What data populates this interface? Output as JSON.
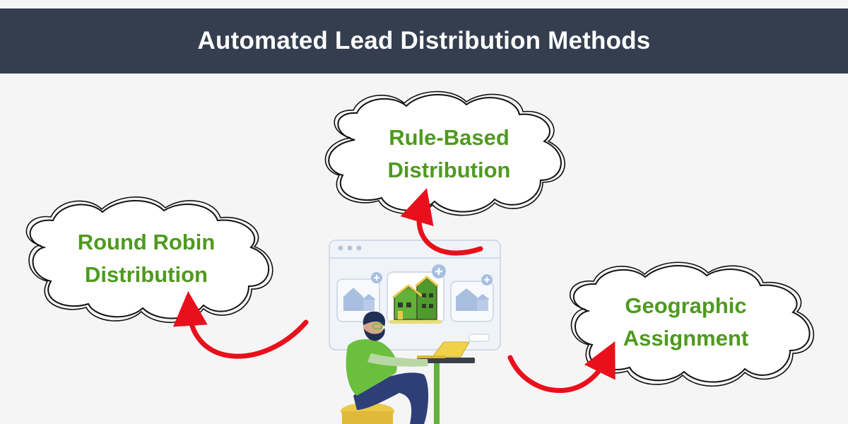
{
  "title": "Automated Lead Distribution Methods",
  "methods": [
    {
      "line1": "Rule-Based",
      "line2": "Distribution"
    },
    {
      "line1": "Round Robin",
      "line2": "Distribution"
    },
    {
      "line1": "Geographic",
      "line2": "Assignment"
    }
  ],
  "colors": {
    "header_bg": "#353e4f",
    "label_green": "#4e9a1e",
    "arrow_red": "#e8101b",
    "house_green": "#62b23a"
  }
}
